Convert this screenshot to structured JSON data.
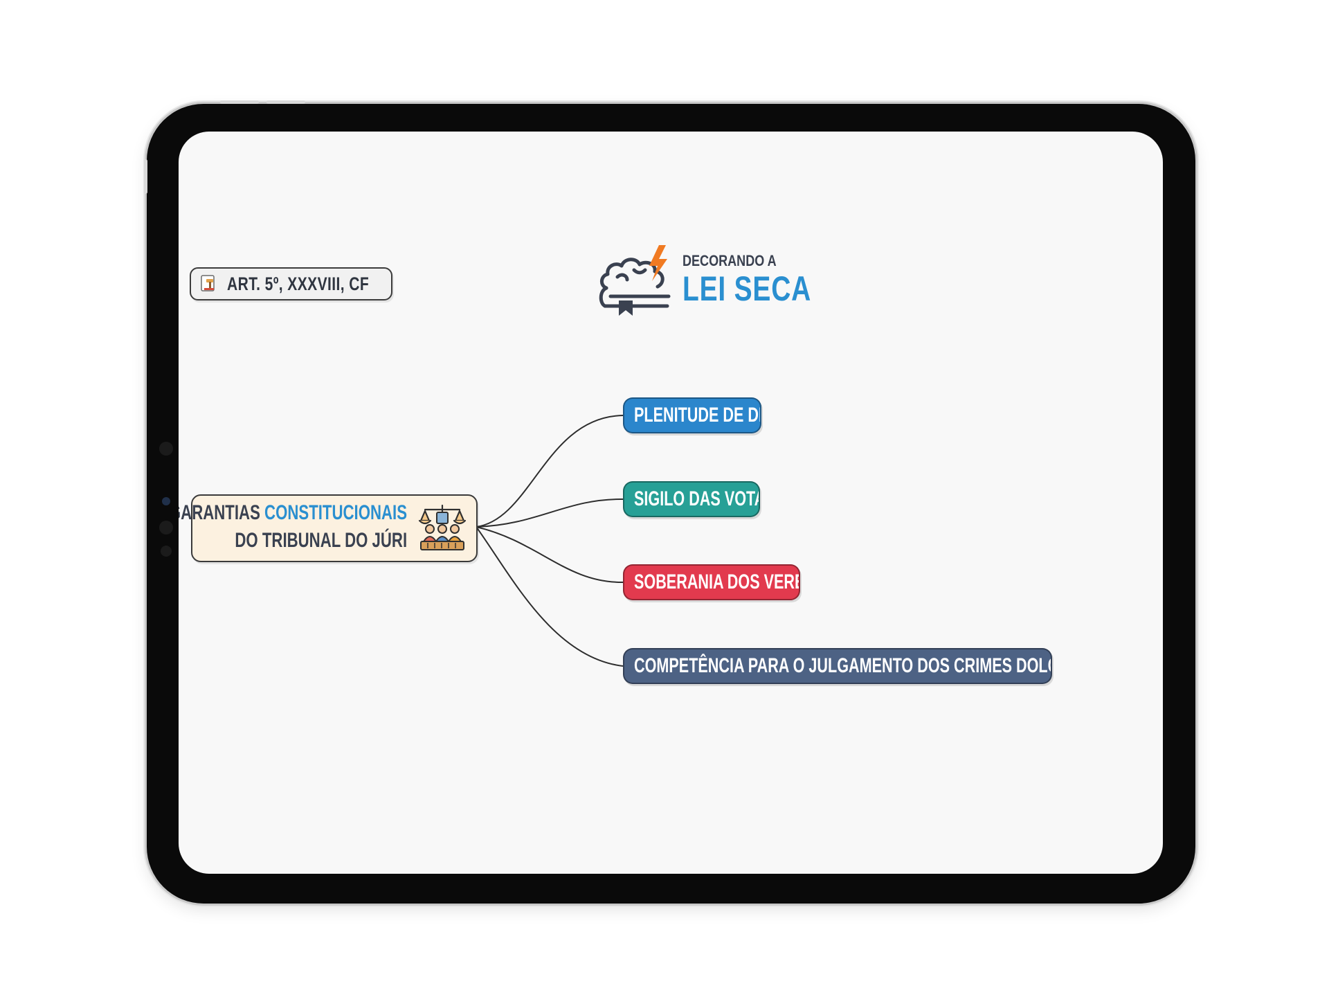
{
  "reference_tag": {
    "label": "ART. 5º, XXXVIII, CF",
    "icon": "gavel-icon"
  },
  "logo": {
    "top_text": "DECORANDO A",
    "main_text": "LEI SECA",
    "icon": "brain-book-icon",
    "accent_color": "#2a8fd0",
    "bolt_color": "#f07a22"
  },
  "central_topic": {
    "text_before": "GARANTIAS",
    "highlight": "CONSTITUCIONAIS",
    "line2": "DO TRIBUNAL DO JÚRI",
    "icon": "jury-court-icon",
    "background": "#fcf1e0"
  },
  "branches": [
    {
      "label": "PLENITUDE DE DEFESA",
      "color": "#2b86cc"
    },
    {
      "label": "SIGILO DAS VOTAÇÕES",
      "color": "#27a096"
    },
    {
      "label": "SOBERANIA DOS VEREDICTOS",
      "color": "#e23a4e"
    },
    {
      "label": "COMPETÊNCIA PARA O JULGAMENTO DOS CRIMES DOLOSOS CONTRA A VIDA",
      "color": "#4d6284"
    }
  ]
}
